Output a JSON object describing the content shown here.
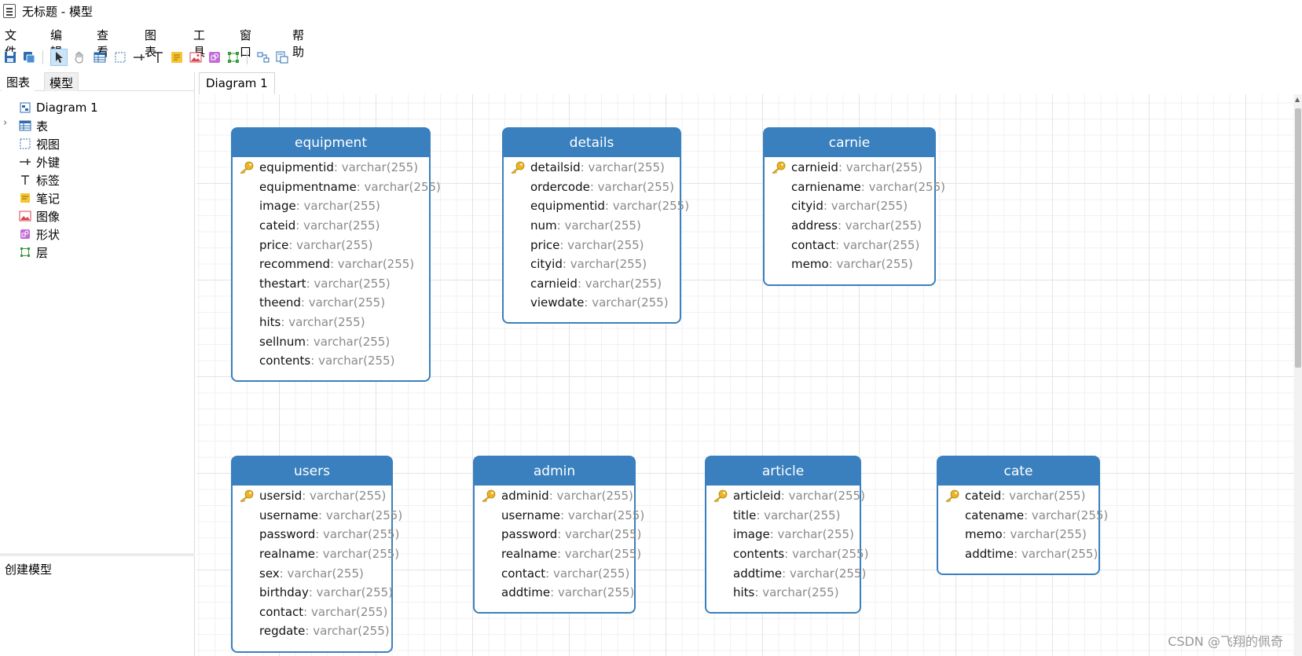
{
  "window": {
    "title": "无标题 - 模型"
  },
  "menu": [
    "文件",
    "编辑",
    "查看",
    "图表",
    "工具",
    "窗口",
    "帮助"
  ],
  "left_panel": {
    "tabs": [
      "图表",
      "模型"
    ],
    "tree": [
      {
        "label": "Diagram 1",
        "icon": "diagram-icon"
      },
      {
        "label": "表",
        "icon": "table-icon"
      },
      {
        "label": "视图",
        "icon": "view-icon"
      },
      {
        "label": "外键",
        "icon": "foreign-key-icon"
      },
      {
        "label": "标签",
        "icon": "label-icon"
      },
      {
        "label": "笔记",
        "icon": "note-icon"
      },
      {
        "label": "图像",
        "icon": "image-icon"
      },
      {
        "label": "形状",
        "icon": "shape-icon"
      },
      {
        "label": "层",
        "icon": "layer-icon"
      }
    ],
    "bottom_hint": "创建模型"
  },
  "diagram_tab": "Diagram 1",
  "tables": [
    {
      "name": "equipment",
      "fields": [
        {
          "name": "equipmentid",
          "type": ": varchar(255)",
          "pk": true
        },
        {
          "name": "equipmentname",
          "type": ": varchar(255)"
        },
        {
          "name": "image",
          "type": ": varchar(255)"
        },
        {
          "name": "cateid",
          "type": ": varchar(255)"
        },
        {
          "name": "price",
          "type": ": varchar(255)"
        },
        {
          "name": "recommend",
          "type": ": varchar(255)"
        },
        {
          "name": "thestart",
          "type": ": varchar(255)"
        },
        {
          "name": "theend",
          "type": ": varchar(255)"
        },
        {
          "name": "hits",
          "type": ": varchar(255)"
        },
        {
          "name": "sellnum",
          "type": ": varchar(255)"
        },
        {
          "name": "contents",
          "type": ": varchar(255)"
        }
      ]
    },
    {
      "name": "details",
      "fields": [
        {
          "name": "detailsid",
          "type": ": varchar(255)",
          "pk": true
        },
        {
          "name": "ordercode",
          "type": ": varchar(255)"
        },
        {
          "name": "equipmentid",
          "type": ": varchar(255)"
        },
        {
          "name": "num",
          "type": ": varchar(255)"
        },
        {
          "name": "price",
          "type": ": varchar(255)"
        },
        {
          "name": "cityid",
          "type": ": varchar(255)"
        },
        {
          "name": "carnieid",
          "type": ": varchar(255)"
        },
        {
          "name": "viewdate",
          "type": ": varchar(255)"
        }
      ]
    },
    {
      "name": "carnie",
      "fields": [
        {
          "name": "carnieid",
          "type": ": varchar(255)",
          "pk": true
        },
        {
          "name": "carniename",
          "type": ": varchar(255)"
        },
        {
          "name": "cityid",
          "type": ": varchar(255)"
        },
        {
          "name": "address",
          "type": ": varchar(255)"
        },
        {
          "name": "contact",
          "type": ": varchar(255)"
        },
        {
          "name": "memo",
          "type": ": varchar(255)"
        }
      ]
    },
    {
      "name": "users",
      "fields": [
        {
          "name": "usersid",
          "type": ": varchar(255)",
          "pk": true
        },
        {
          "name": "username",
          "type": ": varchar(255)"
        },
        {
          "name": "password",
          "type": ": varchar(255)"
        },
        {
          "name": "realname",
          "type": ": varchar(255)"
        },
        {
          "name": "sex",
          "type": ": varchar(255)"
        },
        {
          "name": "birthday",
          "type": ": varchar(255)"
        },
        {
          "name": "contact",
          "type": ": varchar(255)"
        },
        {
          "name": "regdate",
          "type": ": varchar(255)"
        }
      ]
    },
    {
      "name": "admin",
      "fields": [
        {
          "name": "adminid",
          "type": ": varchar(255)",
          "pk": true
        },
        {
          "name": "username",
          "type": ": varchar(255)"
        },
        {
          "name": "password",
          "type": ": varchar(255)"
        },
        {
          "name": "realname",
          "type": ": varchar(255)"
        },
        {
          "name": "contact",
          "type": ": varchar(255)"
        },
        {
          "name": "addtime",
          "type": ": varchar(255)"
        }
      ]
    },
    {
      "name": "article",
      "fields": [
        {
          "name": "articleid",
          "type": ": varchar(255)",
          "pk": true
        },
        {
          "name": "title",
          "type": ": varchar(255)"
        },
        {
          "name": "image",
          "type": ": varchar(255)"
        },
        {
          "name": "contents",
          "type": ": varchar(255)"
        },
        {
          "name": "addtime",
          "type": ": varchar(255)"
        },
        {
          "name": "hits",
          "type": ": varchar(255)"
        }
      ]
    },
    {
      "name": "cate",
      "fields": [
        {
          "name": "cateid",
          "type": ": varchar(255)",
          "pk": true
        },
        {
          "name": "catename",
          "type": ": varchar(255)"
        },
        {
          "name": "memo",
          "type": ": varchar(255)"
        },
        {
          "name": "addtime",
          "type": ": varchar(255)"
        }
      ]
    }
  ],
  "watermark": "CSDN @飞翔的佩奇",
  "colors": {
    "table_header": "#3a80be",
    "field_type": "#8a8a8a",
    "key": "#e8b428"
  }
}
